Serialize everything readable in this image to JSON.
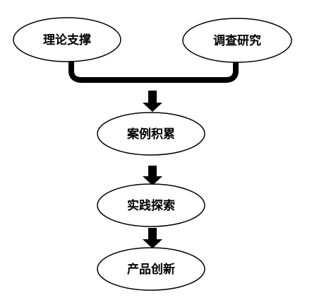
{
  "nodes": {
    "theory": {
      "label": "理论支撑"
    },
    "research": {
      "label": "调查研究"
    },
    "cases": {
      "label": "案例积累"
    },
    "practice": {
      "label": "实践探索"
    },
    "innovation": {
      "label": "产品创新"
    }
  },
  "colors": {
    "stroke": "#000000",
    "fill": "#ffffff",
    "text": "#000000"
  }
}
